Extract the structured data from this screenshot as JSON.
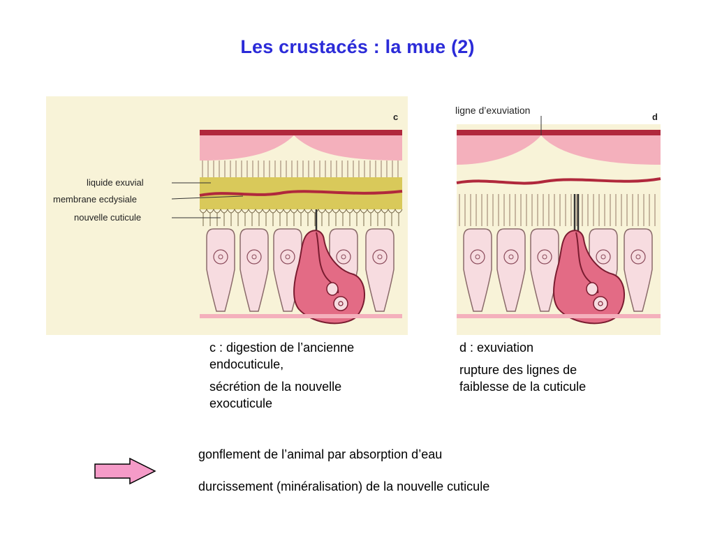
{
  "title": "Les crustacés : la mue (2)",
  "panel_c": {
    "letter": "c",
    "labels": {
      "liquide": "liquide exuvial",
      "membrane": "membrane ecdysiale",
      "nouvelle": "nouvelle cuticule"
    }
  },
  "panel_d": {
    "letter": "d",
    "ligne_label": "ligne d’exuviation"
  },
  "caption_c": {
    "line1": "c : digestion de l’ancienne endocuticule,",
    "line2": "sécrétion de la nouvelle exocuticule"
  },
  "caption_d": {
    "line1": "d : exuviation",
    "line2": "rupture des lignes de faiblesse de la cuticule"
  },
  "conclusions": {
    "line1": "gonflement de l’animal par absorption d’eau",
    "line2": "durcissement (minéralisation) de la nouvelle cuticule"
  },
  "colors": {
    "title": "#2b2bd8",
    "cuticle_red": "#b0283c",
    "cuticle_pink": "#f4b0bc",
    "exuvial_yellow": "#d9c95a",
    "cell_pink": "#f7dce0",
    "gland_pink": "#e36b85",
    "background_cream": "#f8f3d8",
    "arrow_fill": "#f59bc8"
  }
}
